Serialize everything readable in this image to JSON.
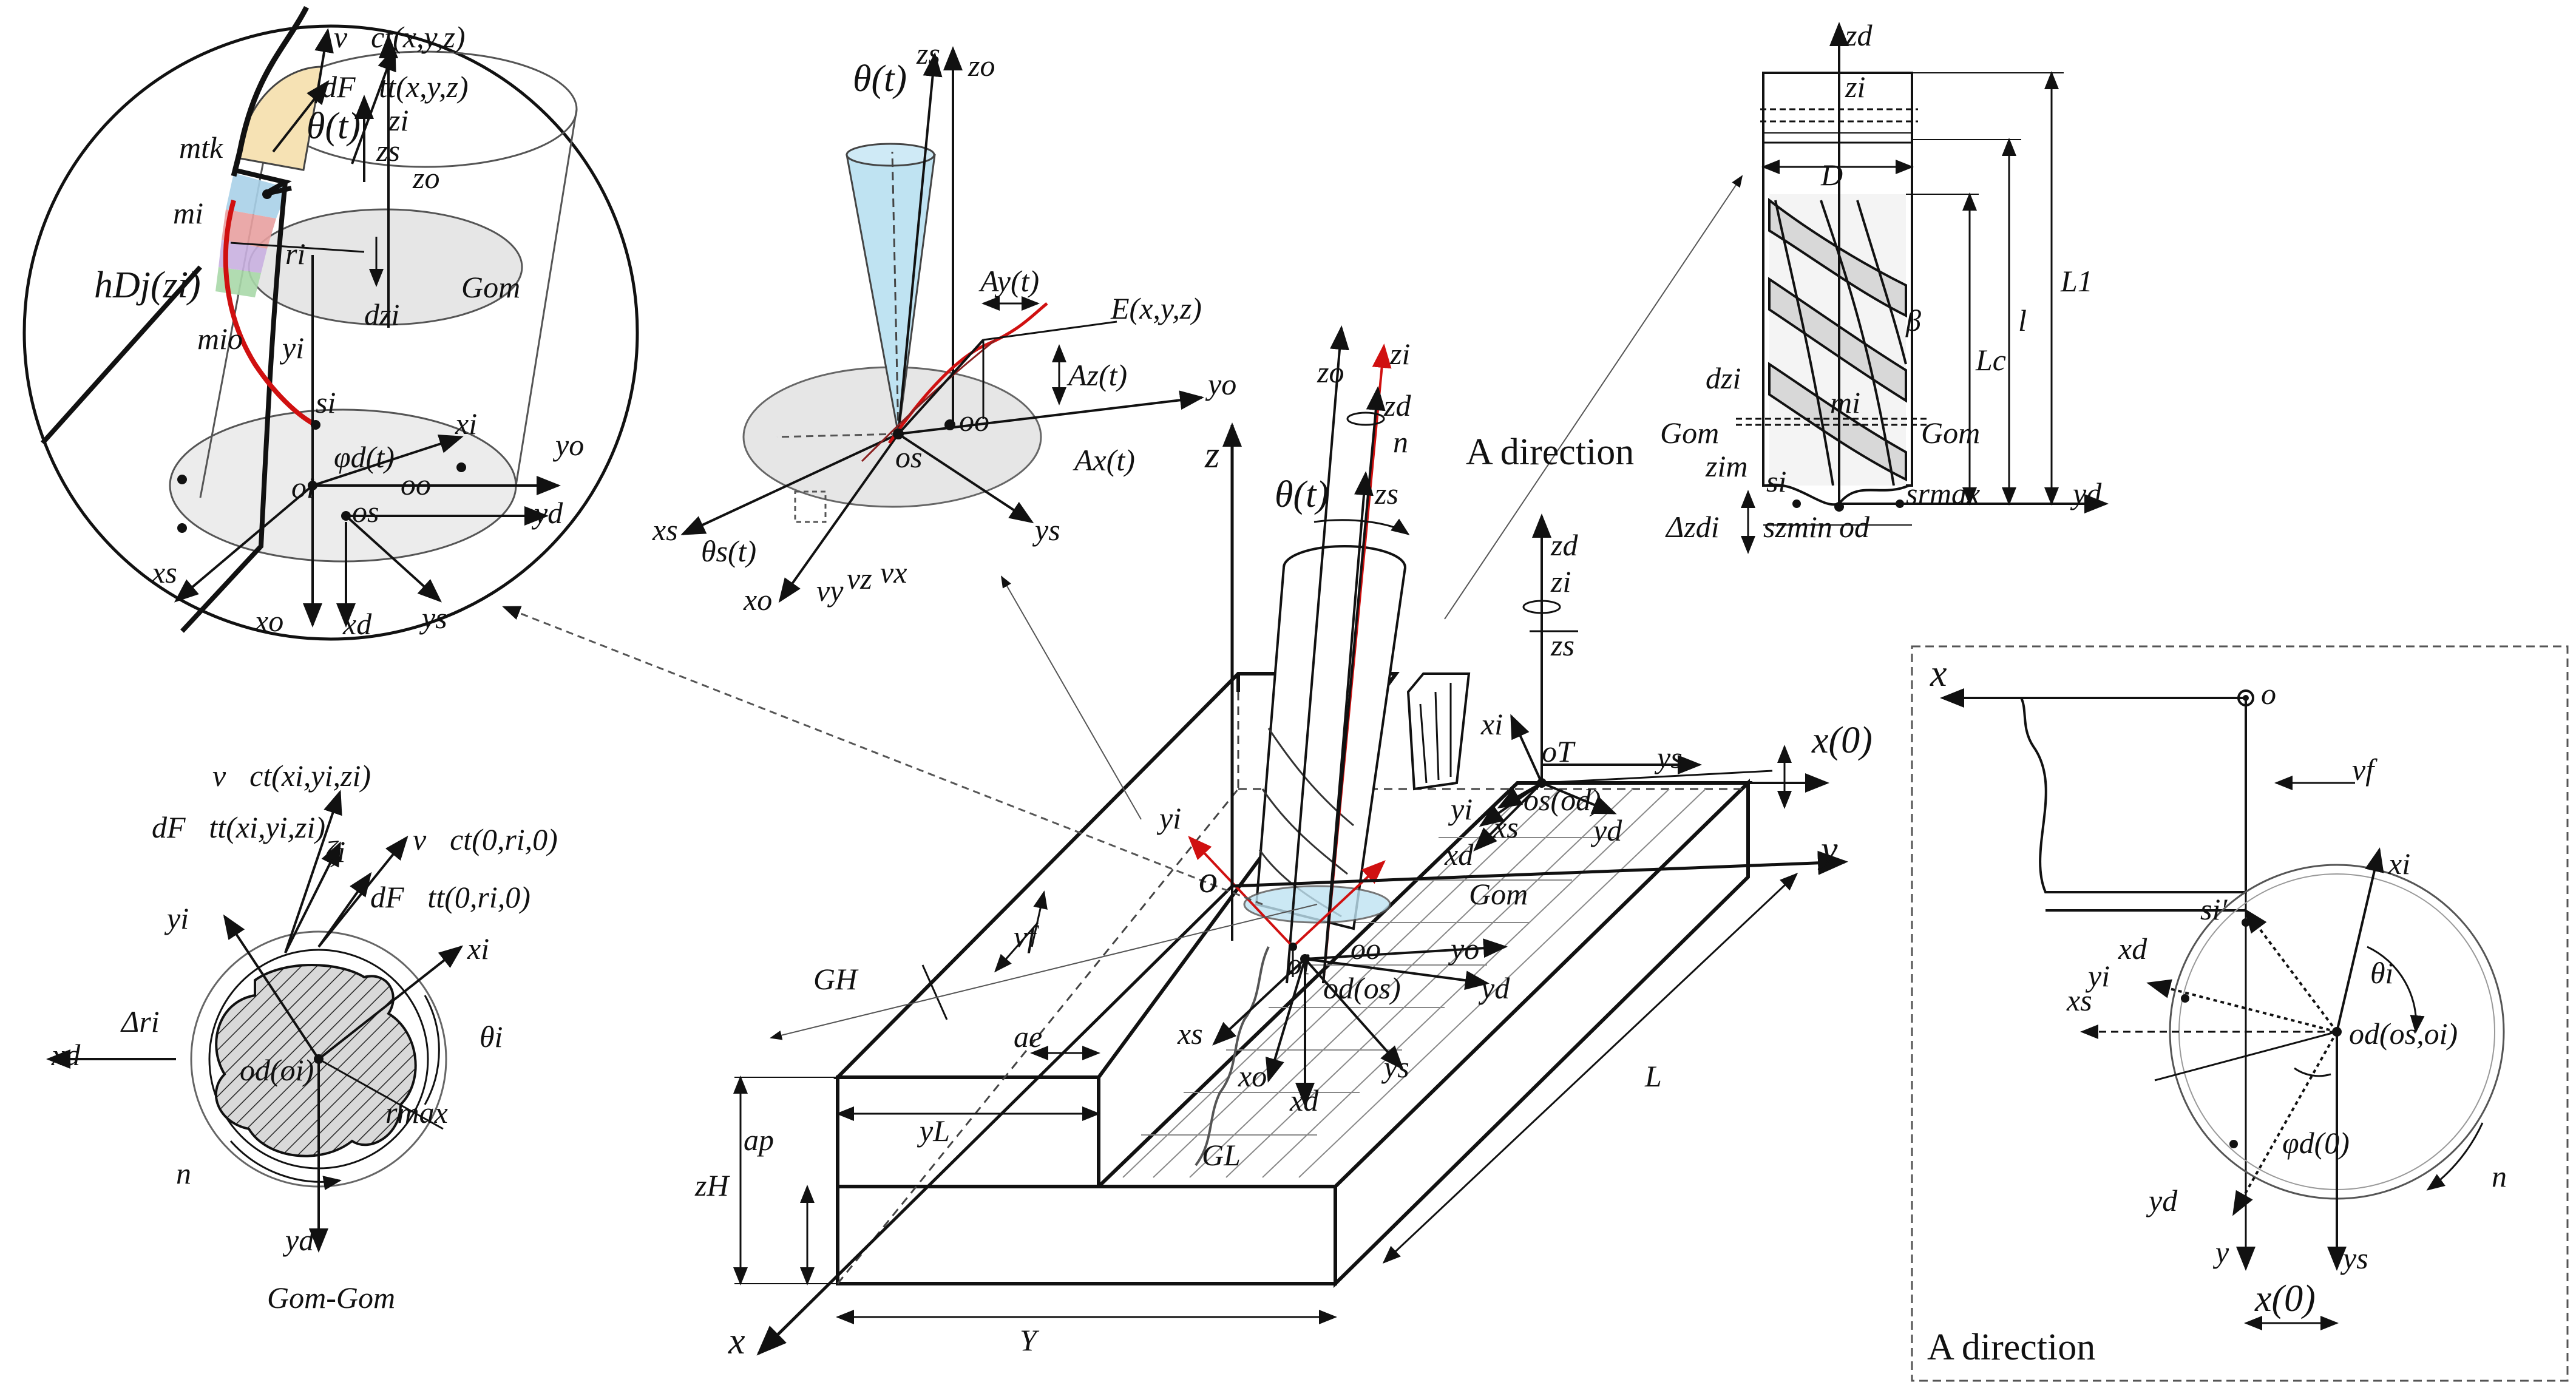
{
  "title": "",
  "panels": {
    "zoom_circle": {
      "labels": {
        "v_ct": "v⃗ct(x,y,z)",
        "dF_tt": "dF⃗tt(x,y,z)",
        "theta_t": "θ(t)",
        "z_i": "zi",
        "z_s": "zs",
        "z_o": "zo",
        "m_tk": "mtk",
        "m_i": "mi",
        "r_i": "ri",
        "dz_i": "dzi",
        "G_om": "Gom",
        "h_Dj": "hDj(zi)",
        "m_io": "mio",
        "y_i": "yi",
        "s_i": "si",
        "x_i": "xi",
        "phi_d": "φd(t)",
        "y_o": "yo",
        "o_i": "oi",
        "o_o": "oo",
        "o_s": "os",
        "y_d": "yd",
        "x_s": "xs",
        "x_o": "xo",
        "x_d": "xd",
        "y_s": "ys"
      }
    },
    "cone": {
      "labels": {
        "theta_t": "θ(t)",
        "z_s": "zs",
        "z_o": "zo",
        "A_y": "Ay(t)",
        "E": "E(x,y,z)",
        "A_z": "Az(t)",
        "y_o": "yo",
        "o_s": "os",
        "o_o": "oo",
        "A_x": "Ax(t)",
        "y_s": "ys",
        "x_s": "xs",
        "theta_s": "θs(t)",
        "x_o": "xo",
        "v_y": "vy",
        "v_z": "vz",
        "v_x": "vx"
      }
    },
    "tool": {
      "labels": {
        "z_d": "zd",
        "z_i": "zi",
        "D": "D",
        "L_1": "L1",
        "l": "l",
        "L_c": "Lc",
        "beta": "β",
        "dz_i": "dzi",
        "G_om_left": "Gom",
        "G_om_right": "Gom",
        "m_i": "mi",
        "z_im": "zim",
        "s_i": "si",
        "s_rmax": "srmax",
        "y_d": "yd",
        "delta_z": "Δzdi",
        "s_zmin": "szmin",
        "o_d": "od"
      }
    },
    "section": {
      "labels": {
        "v_ct_xyz": "v⃗ct(xi,yi,zi)",
        "dF_xyz": "dF⃗tt(xi,yi,zi)",
        "zeta": "ζi",
        "v_ct_0": "v⃗ct(0,ri,0)",
        "dF_0": "dF⃗tt(0,ri,0)",
        "y_i": "yi",
        "x_i": "xi",
        "delta_r": "Δri",
        "theta_i": "θi",
        "x_d": "xd",
        "o_d": "od(oi)",
        "r_max": "rmax",
        "n": "n",
        "y_d": "yd",
        "caption": "Gom-Gom"
      }
    },
    "main": {
      "labels": {
        "z": "z",
        "z_o": "zo",
        "z_i": "zi",
        "z_d": "zd",
        "n": "n",
        "A_direction": "A direction",
        "theta_t": "θ(t)",
        "z_s": "zs",
        "z_d2": "zd",
        "z_i2": "zi",
        "z_s2": "zs",
        "x_i": "xi",
        "o_T": "oT",
        "y_s": "ys",
        "x0": "x(0)",
        "y": "y",
        "y_i": "yi",
        "o_s_od": "os(od)",
        "x_s": "xs",
        "y_d": "yd",
        "x_d": "xd",
        "o": "o",
        "G_om": "Gom",
        "v_f": "vf",
        "G_H": "GH",
        "a_e": "ae",
        "o_i": "oi",
        "o_o": "oo",
        "y_o": "yo",
        "o_d_os": "od(os)",
        "y_d2": "yd",
        "x_s2": "xs",
        "x_o": "xo",
        "y_s2": "ys",
        "x_d2": "xd",
        "a_p": "ap",
        "y_L": "yL",
        "G_L": "GL",
        "L": "L",
        "z_H": "zH",
        "x": "x",
        "Y": "Y"
      }
    },
    "a_direction": {
      "labels": {
        "x": "x",
        "o": "o",
        "v_f": "vf",
        "x_i": "xi",
        "s_i": "si′",
        "x_d": "xd",
        "theta_i": "θi",
        "y_i": "yi",
        "x_s": "xs",
        "o_d": "od(os,oi)",
        "phi_d0": "φd(0)",
        "n": "n",
        "y_d": "yd",
        "y": "y",
        "y_s": "ys",
        "x0": "x(0)",
        "caption": "A direction"
      }
    }
  },
  "colors": {
    "line": "#111111",
    "tool_path": "#d01010",
    "cone_fill": "#bfe3f2",
    "plane_fill": "#e6e6e6",
    "cap_fill": "#f6e2b4",
    "helix_red": "#e8a0a0",
    "helix_purple": "#c9b0e0",
    "helix_green": "#a8d8a8",
    "helix_blue": "#a8d0e8"
  }
}
